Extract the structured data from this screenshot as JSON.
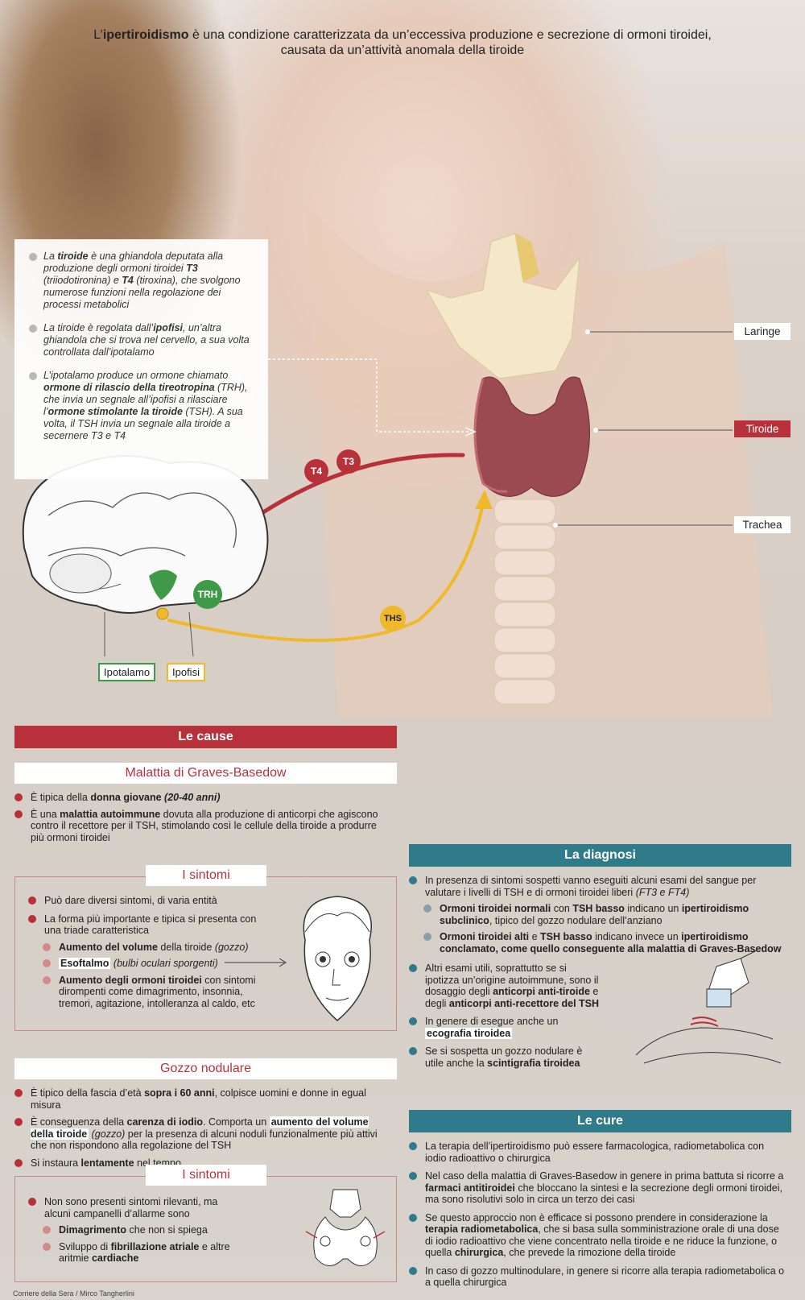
{
  "header": {
    "title_pre": "L’",
    "title_bold": "ipertiroidismo",
    "title_rest": " è una condizione caratterizzata da un’eccessiva produzione e secrezione di ormoni tiroidei, causata da un’attività anomala della tiroide"
  },
  "info": {
    "p1": [
      "La ",
      "tiroide",
      " è una ghiandola deputata alla produzione degli ormoni tiroidei ",
      "T3",
      " (triiodotironina) e ",
      "T4",
      " (tiroxina), che svolgono numerose funzioni nella regolazione dei processi metabolici"
    ],
    "p2": [
      "La tiroide è regolata dall’",
      "ipofisi",
      ", un’altra ghiandola che si trova nel cervello, a sua volta controllata dall’ipotalamo"
    ],
    "p3": [
      "L’ipotalamo produce un ormone chiamato ",
      "ormone di rilascio della tireotropina",
      " (TRH), che invia un segnale all’ipofisi a rilasciare l’",
      "ormone stimolante la tiroide",
      " (TSH). A sua volta, il TSH invia un segnale alla tiroide a secernere T3 e T4"
    ]
  },
  "anatomy": {
    "laringe": "Laringe",
    "tiroide": "Tiroide",
    "trachea": "Trachea",
    "t4": "T4",
    "t3": "T3",
    "trh": "TRH",
    "ths": "THS",
    "ipotalamo": "Ipotalamo",
    "ipofisi": "Ipofisi"
  },
  "cause": {
    "ribbon": "Le cause",
    "graves_title": "Malattia di Graves-Basedow",
    "g1": [
      "È tipica della ",
      "donna giovane",
      " ",
      "(20-40 anni)"
    ],
    "g2": [
      "È una ",
      "malattia autoimmune",
      " dovuta alla produzione di anticorpi che agiscono contro il recettore per il TSH, stimolando così le cellule della tiroide a produrre più ormoni tiroidei"
    ],
    "sintomi1_title": "I sintomi",
    "s1": "Può dare diversi sintomi, di varia entità",
    "s2": "La forma più importante e tipica si presenta con una triade caratteristica",
    "s2a": [
      "Aumento del volume",
      " della tiroide ",
      "(gozzo)"
    ],
    "s2b": [
      "Esoftalmo",
      " ",
      "(bulbi oculari sporgenti)"
    ],
    "s2c": [
      "Aumento degli ormoni tiroidei",
      " con sintomi dirompenti come dimagrimento, insonnia, tremori, agitazione, intolleranza al caldo, etc"
    ],
    "gozzo_title": "Gozzo nodulare",
    "n1": [
      "È tipico della fascia d’età ",
      "sopra i 60 anni",
      ", colpisce uomini e donne in egual misura"
    ],
    "n2": [
      "È conseguenza della ",
      "carenza di iodio",
      ". Comporta un ",
      "aumento del volume della tiroide",
      " ",
      "(gozzo)",
      " per la presenza di alcuni noduli funzionalmente più attivi che non rispondono alla regolazione del TSH"
    ],
    "n3": [
      "Si instaura ",
      "lentamente",
      " nel tempo"
    ],
    "sintomi2_title": "I sintomi",
    "t1": "Non sono presenti sintomi rilevanti, ma alcuni campanelli d’allarme sono",
    "t1a": [
      "Dimagrimento",
      " che non si spiega"
    ],
    "t1b": [
      "Sviluppo di ",
      "fibrillazione atriale",
      " e altre aritmie ",
      "cardiache"
    ]
  },
  "diagnosi": {
    "ribbon": "La diagnosi",
    "d1": [
      "In presenza di sintomi sospetti vanno eseguiti alcuni esami del sangue per valutare i livelli di TSH e di ormoni tiroidei liberi ",
      "(FT3 e FT4)"
    ],
    "d1a": [
      "Ormoni tiroidei normali",
      " con ",
      "TSH basso",
      " indicano un ",
      "ipertiroidismo subclinico",
      ", tipico del gozzo nodulare dell’anziano"
    ],
    "d1b": [
      "Ormoni tiroidei alti",
      " e ",
      "TSH basso",
      " indicano invece un ",
      "ipertiroidismo conclamato, come quello conseguente alla malattia di Graves-Basedow"
    ],
    "d2": [
      "Altri esami utili, soprattutto se si ipotizza un’origine autoimmune, sono il dosaggio degli ",
      "anticorpi anti-tiroide",
      " e degli ",
      "anticorpi anti-recettore del TSH"
    ],
    "d3": [
      "In genere di esegue anche un ",
      "ecografia tiroidea"
    ],
    "d4": [
      "Se si sospetta un gozzo nodulare è utile anche la ",
      "scintigrafia tiroidea"
    ]
  },
  "cure": {
    "ribbon": "Le cure",
    "c1": "La terapia dell’ipertiroidismo può essere farmacologica, radiometabolica con iodio radioattivo o chirurgica",
    "c2": [
      "Nel caso della malattia di Graves-Basedow in genere in prima battuta si ricorre a ",
      "farmaci antitiroidei",
      " che bloccano la sintesi e la secrezione degli ormoni tiroidei, ma sono risolutivi solo in circa un terzo dei casi"
    ],
    "c3": [
      "Se questo approccio non è efficace si possono prendere in considerazione la ",
      "terapia radiometabolica",
      ", che si basa sulla somministrazione orale di una dose di iodio radioattivo che viene concentrato nella tiroide e ne riduce la funzione, o quella ",
      "chirurgica",
      ", che prevede la rimozione della tiroide"
    ],
    "c4": "In caso di gozzo multinodulare, in genere si ricorre alla terapia radiometabolica o a quella chirurgica"
  },
  "credit": "Corriere della Sera / Mirco Tangherlini",
  "colors": {
    "red": "#b8313a",
    "teal": "#2f7b8a",
    "green": "#3e9a46",
    "yellow": "#f0b92a"
  }
}
